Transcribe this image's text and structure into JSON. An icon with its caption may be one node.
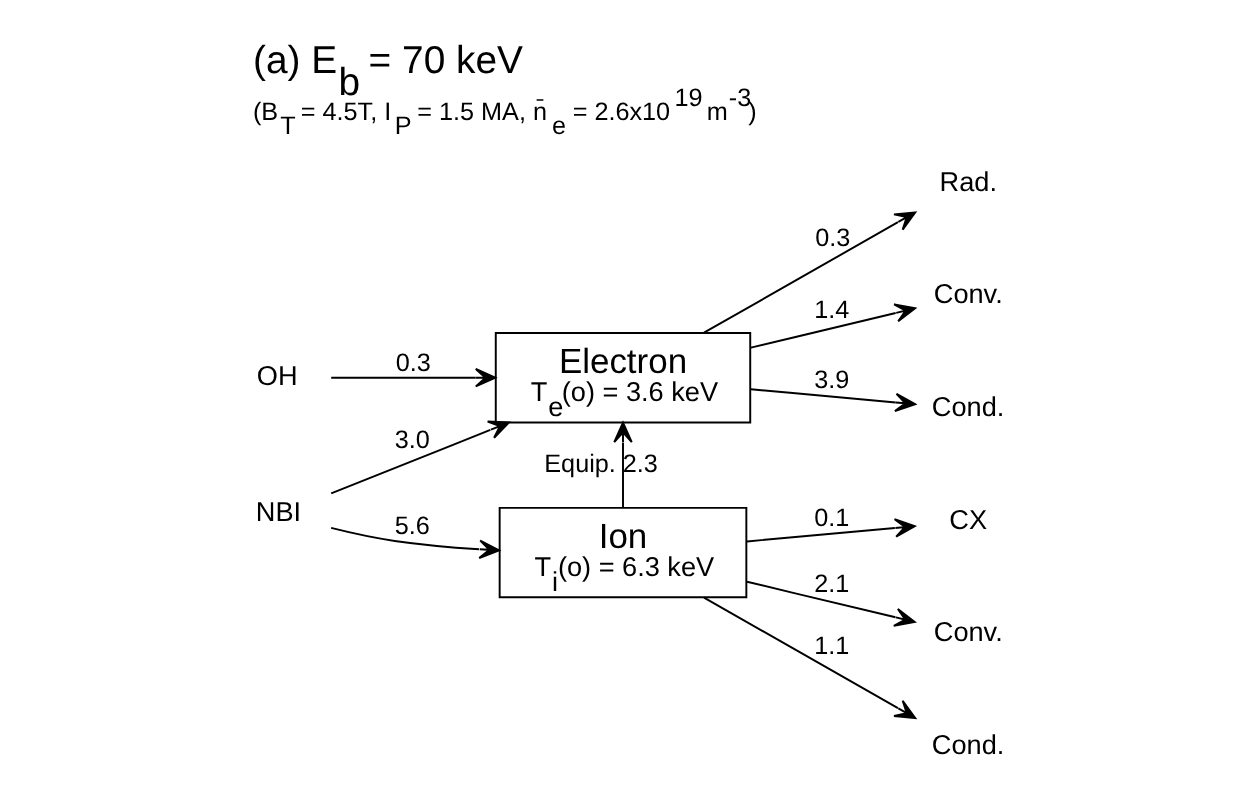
{
  "diagram": {
    "title": "(a) E$_{b}$ = 70 keV",
    "caption": "(B$_{T}$ = 4.5T, I$_{P}$ = 1.5 MA, n̄$_{e}$ = 2.6x10$^{19}$ m$^{-3}$)",
    "nodes": [
      {
        "text": [
          "OH"
        ]
      },
      {
        "text": [
          "NBI"
        ]
      },
      {
        "text": [
          "Electron",
          "T$_{e}$(o) = 3.6 keV"
        ]
      },
      {
        "text": [
          "Ion",
          "T$_{i}$(o) = 6.3 keV"
        ]
      },
      {
        "text": [
          "Rad."
        ]
      },
      {
        "text": [
          "Conv."
        ]
      },
      {
        "text": [
          "Cond."
        ]
      },
      {
        "text": [
          "CX"
        ]
      },
      {
        "text": [
          "Conv."
        ]
      },
      {
        "text": [
          "Cond."
        ]
      }
    ],
    "edges": [
      {
        "from": 0,
        "to": 2,
        "arrow": "to",
        "label": "0.3"
      },
      {
        "from": 1,
        "to": 2,
        "arrow": "to",
        "label": "3.0"
      },
      {
        "from": 1,
        "to": 3,
        "arrow": "to",
        "label": "5.6"
      },
      {
        "from": 3,
        "to": 2,
        "arrow": "to",
        "label": "Equip. 2.3"
      },
      {
        "from": 2,
        "to": 4,
        "arrow": "to",
        "label": "0.3"
      },
      {
        "from": 2,
        "to": 5,
        "arrow": "to",
        "label": "1.4"
      },
      {
        "from": 2,
        "to": 6,
        "arrow": "to",
        "label": "3.9"
      },
      {
        "from": 3,
        "to": 7,
        "arrow": "to",
        "label": "0.1"
      },
      {
        "from": 3,
        "to": 8,
        "arrow": "to",
        "label": "2.1"
      },
      {
        "from": 3,
        "to": 9,
        "arrow": "to",
        "label": "1.1"
      }
    ]
  }
}
